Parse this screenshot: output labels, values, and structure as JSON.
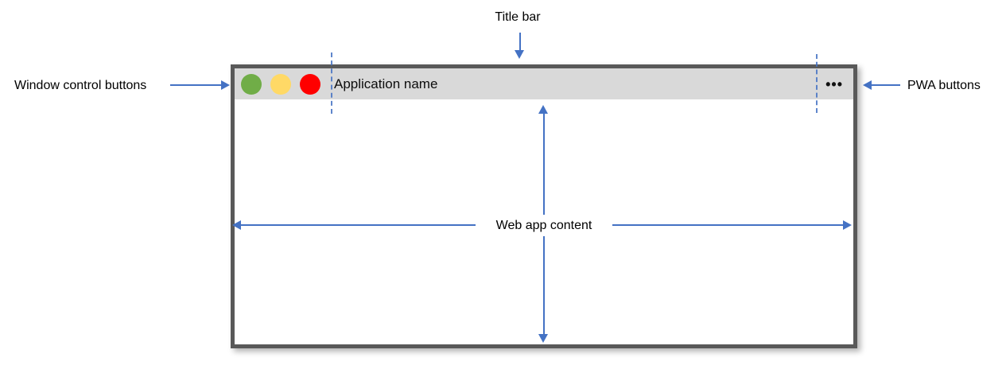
{
  "annotations": {
    "title_bar_label": "Title bar",
    "window_controls_label": "Window control buttons",
    "pwa_buttons_label": "PWA buttons",
    "web_app_content_label": "Web app content"
  },
  "window": {
    "app_name": "Application name",
    "pwa_menu_glyph": "•••",
    "controls": [
      {
        "name": "control-green",
        "color": "#70ad47"
      },
      {
        "name": "control-yellow",
        "color": "#ffd966"
      },
      {
        "name": "control-red",
        "color": "#ff0000"
      }
    ]
  },
  "colors": {
    "annotation_blue": "#4472c4",
    "window_border": "#595959",
    "titlebar_background": "#d9d9d9",
    "control_green": "#70ad47",
    "control_yellow": "#ffd966",
    "control_red": "#ff0000"
  }
}
